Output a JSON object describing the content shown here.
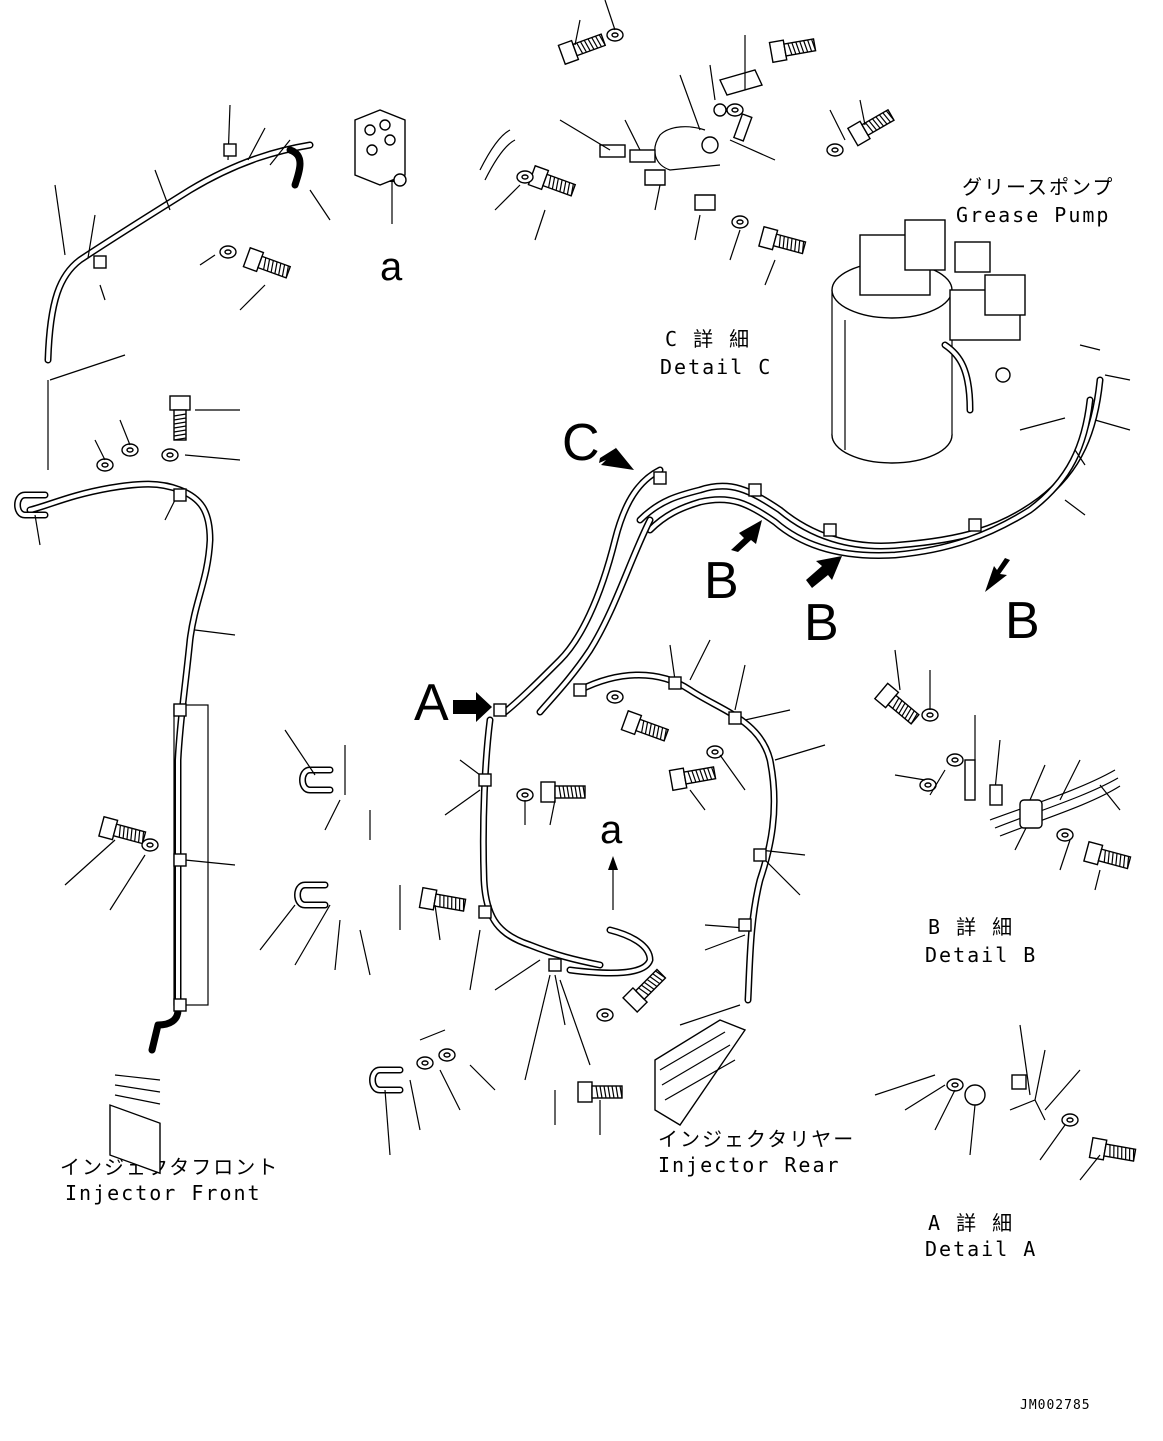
{
  "labels": {
    "detail_c_jp": "C 詳 細",
    "detail_c_en": "Detail C",
    "detail_b_jp": "B 詳 細",
    "detail_b_en": "Detail B",
    "detail_a_jp": "A 詳 細",
    "detail_a_en": "Detail A",
    "grease_pump_jp": "グリースポンプ",
    "grease_pump_en": "Grease Pump",
    "injector_front_jp": "インジェクタフロント",
    "injector_front_en": "Injector Front",
    "injector_rear_jp": "インジェクタリヤー",
    "injector_rear_en": "Injector Rear",
    "ref_a_top": "a",
    "ref_a_mid": "a",
    "view_a": "A",
    "view_b1": "B",
    "view_b2": "B",
    "view_b3": "B",
    "view_c": "C",
    "drawing_id": "JM002785"
  }
}
